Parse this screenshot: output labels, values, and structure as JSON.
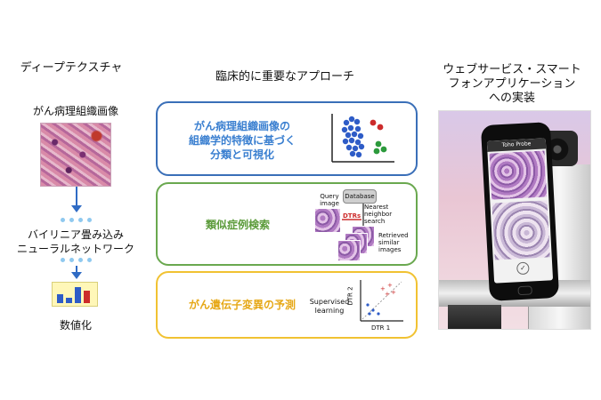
{
  "left": {
    "title": "ディープテクスチャ",
    "image_label": "がん病理組織画像",
    "network_label_line1": "バイリニア畳み込み",
    "network_label_line2": "ニューラルネットワーク",
    "output_label": "数値化"
  },
  "middle": {
    "title": "臨床的に重要なアプローチ",
    "box1": {
      "line1": "がん病理組織画像の",
      "line2": "組織学的特徴に基づく",
      "line3": "分類と可視化",
      "color": "#3a6fb8",
      "text_color": "#3a7fd0"
    },
    "box2": {
      "label": "類似症例検索",
      "color": "#6aa84f",
      "text_color": "#5b9b3a",
      "query_line1": "Query",
      "query_line2": "image",
      "database": "Database",
      "dtr": "DTRs",
      "nn_line1": "Nearest neighbor",
      "nn_line2": "search",
      "ret_line1": "Retrieved",
      "ret_line2": "similar",
      "ret_line3": "images"
    },
    "box3": {
      "label": "がん遺伝子変異の予測",
      "color": "#f1c232",
      "text_color": "#e6a817",
      "sup_line1": "Supervised",
      "sup_line2": "learning",
      "xaxis": "DTR 1",
      "yaxis": "DTR 2"
    }
  },
  "right": {
    "title_line1": "ウェブサービス・スマート",
    "title_line2": "フォンアプリケーション",
    "title_line3": "への実装",
    "app_name": "Toho Probe"
  },
  "colors": {
    "blue_arrow": "#2f6bc4",
    "red": "#cc2b2b",
    "green": "#2c9a3c",
    "scatter_blue": "#2e5cc7"
  }
}
